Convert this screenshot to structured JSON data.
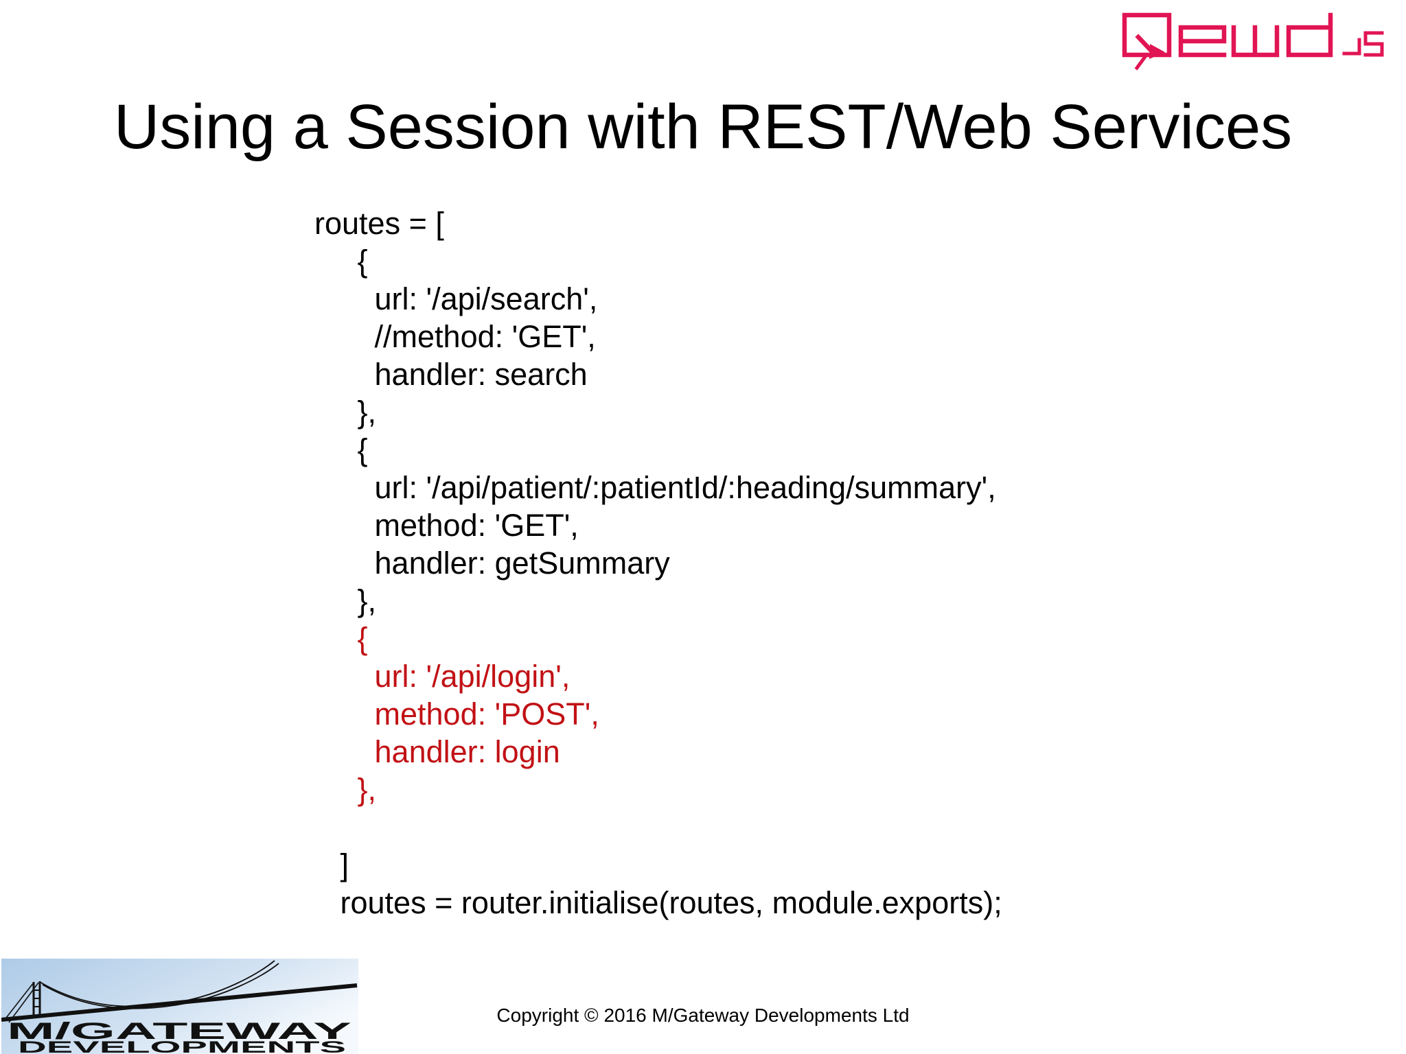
{
  "slide": {
    "title": "Using a Session with REST/Web Services",
    "code": {
      "lines": [
        {
          "text": "routes = [",
          "red": false
        },
        {
          "text": "     {",
          "red": false
        },
        {
          "text": "       url: '/api/search',",
          "red": false
        },
        {
          "text": "       //method: 'GET',",
          "red": false
        },
        {
          "text": "       handler: search",
          "red": false
        },
        {
          "text": "     },",
          "red": false
        },
        {
          "text": "     {",
          "red": false
        },
        {
          "text": "       url: '/api/patient/:patientId/:heading/summary',",
          "red": false
        },
        {
          "text": "       method: 'GET',",
          "red": false
        },
        {
          "text": "       handler: getSummary",
          "red": false
        },
        {
          "text": "     },",
          "red": false
        },
        {
          "text": "     {",
          "red": true
        },
        {
          "text": "       url: '/api/login',",
          "red": true
        },
        {
          "text": "       method: 'POST',",
          "red": true
        },
        {
          "text": "       handler: login",
          "red": true
        },
        {
          "text": "     },",
          "red": true
        },
        {
          "text": "",
          "red": false
        },
        {
          "text": "   ]",
          "red": false
        },
        {
          "text": "   routes = router.initialise(routes, module.exports);",
          "red": false
        }
      ]
    },
    "footer": {
      "copyright": "Copyright © 2016 M/Gateway Developments Ltd"
    },
    "logos": {
      "qewd": {
        "alt_text": "Qewd.Js",
        "color": "#e11553"
      },
      "mgateway": {
        "line1": "M/GATEWAY",
        "line2": "DEVELOPMENTS"
      }
    },
    "colors": {
      "code_highlight_red": "#c11115",
      "text_black": "#000000",
      "logo_blue_start": "#aecbe7",
      "logo_blue_end": "#f5f9fd"
    }
  }
}
